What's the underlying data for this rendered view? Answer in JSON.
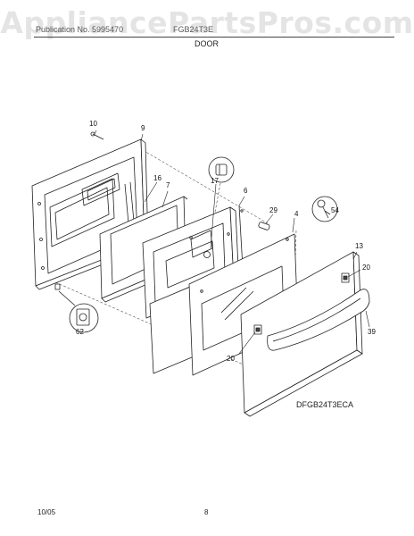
{
  "watermark": "AppliancePartsPros.com",
  "header": {
    "left": "Publication No. 5995470",
    "center": "FGB24T3E",
    "section": "DOOR"
  },
  "callouts": [
    "10",
    "9",
    "16",
    "7",
    "17",
    "6",
    "29",
    "4",
    "54",
    "13",
    "20",
    "39",
    "20",
    "62"
  ],
  "model_code": "DFGB24T3ECA",
  "footer": {
    "date": "10/05",
    "page": "8"
  }
}
